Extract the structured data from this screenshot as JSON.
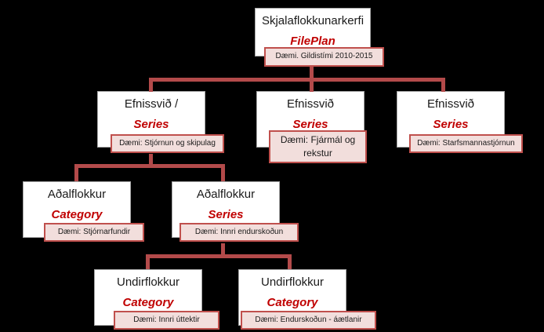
{
  "diagram": {
    "title": "Skjalaflokkunarkerfi FilePlan hierarchy",
    "colors": {
      "box_fill": "#ffffff",
      "box_border": "#a6a6a6",
      "band_fill": "#f2dedc",
      "band_border": "#c0504d",
      "accent_red": "#c00000",
      "connector": "#b34a4a",
      "background": "#000000"
    },
    "levels": [
      {
        "level": 1,
        "nodes": [
          {
            "id": "fileplan",
            "title": "Skjalaflokkunarkerfi",
            "subtitle": "FilePlan",
            "example": "Dæmi. Gildistími  2010-2015"
          }
        ]
      },
      {
        "level": 2,
        "nodes": [
          {
            "id": "efnissvid-1",
            "title": "Efnissvið /",
            "subtitle": "Series",
            "example": "Dæmi: Stjórnun  og skipulag"
          },
          {
            "id": "efnissvid-2",
            "title": "Efnissvið",
            "subtitle": "Series",
            "example": "Dæmi: Fjármál og rekstur"
          },
          {
            "id": "efnissvid-3",
            "title": "Efnissvið",
            "subtitle": "Series",
            "example": "Dæmi: Starfsmannastjórnun"
          }
        ]
      },
      {
        "level": 3,
        "nodes": [
          {
            "id": "adalflokkur-1",
            "title": "Aðalflokkur",
            "subtitle": "Category",
            "example": "Dæmi: Stjórnarfundir"
          },
          {
            "id": "adalflokkur-2",
            "title": "Aðalflokkur",
            "subtitle": "Series",
            "example": "Dæmi: Innri endurskoðun"
          }
        ]
      },
      {
        "level": 4,
        "nodes": [
          {
            "id": "undirflokkur-1",
            "title": "Undirflokkur",
            "subtitle": "Category",
            "example": "Dæmi: Innri úttektir"
          },
          {
            "id": "undirflokkur-2",
            "title": "Undirflokkur",
            "subtitle": "Category",
            "example": "Dæmi: Endurskoðun - áætlanir"
          }
        ]
      }
    ]
  }
}
